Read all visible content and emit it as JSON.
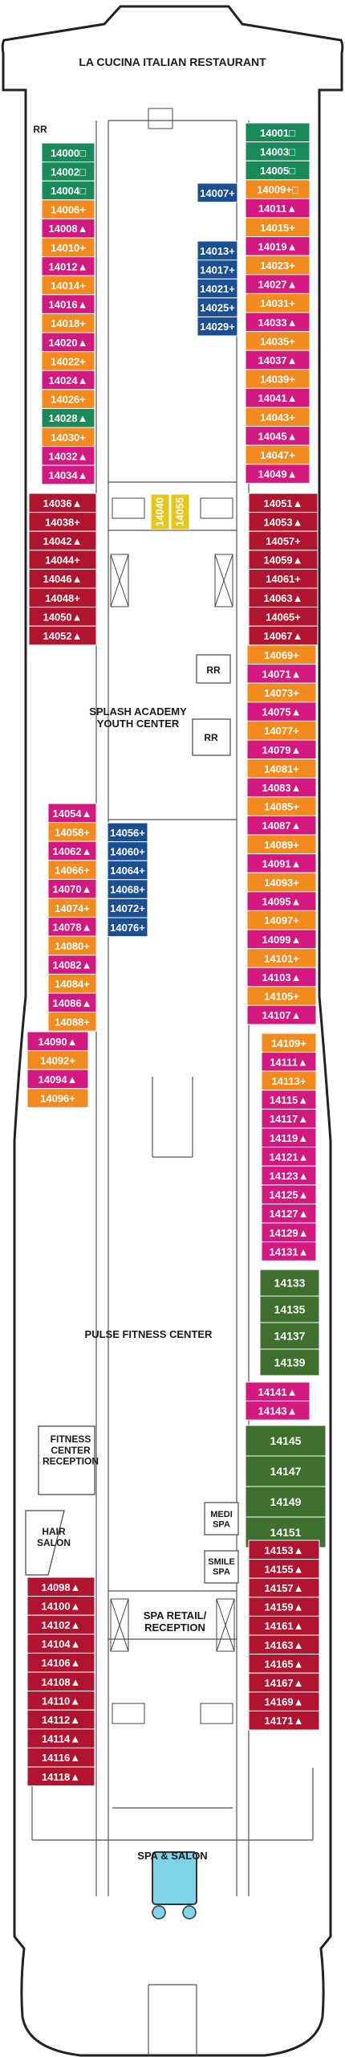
{
  "colors": {
    "green": "#1a8a5a",
    "orange": "#f28a1e",
    "magenta": "#d3187f",
    "red": "#b0142e",
    "blue": "#1b4f93",
    "suite_green": "#3f6f2f",
    "yellow": "#e6c619",
    "outline": "#222222",
    "pool": "#7fd3e6"
  },
  "labels": {
    "restaurant": "LA CUCINA ITALIAN RESTAURANT",
    "rr": "RR",
    "splash": "SPLASH ACADEMY\nYOUTH CENTER",
    "pulse": "PULSE FITNESS CENTER",
    "fitness_reception": "FITNESS\nCENTER\nRECEPTION",
    "hair_salon": "HAIR\nSALON",
    "medi_spa": "MEDI\nSPA",
    "smile_spa": "SMILE\nSPA",
    "spa_retail": "SPA RETAIL/\nRECEPTION",
    "spa_salon": "SPA & SALON"
  },
  "cabins": [
    {
      "id": "14000□",
      "c": "green"
    },
    {
      "id": "14002□",
      "c": "green"
    },
    {
      "id": "14004□",
      "c": "green"
    },
    {
      "id": "14006+",
      "c": "orange"
    },
    {
      "id": "14008▲",
      "c": "magenta"
    },
    {
      "id": "14010+",
      "c": "orange"
    },
    {
      "id": "14012▲",
      "c": "magenta"
    },
    {
      "id": "14014+",
      "c": "orange"
    },
    {
      "id": "14016▲",
      "c": "magenta"
    },
    {
      "id": "14018+",
      "c": "orange"
    },
    {
      "id": "14020▲",
      "c": "magenta"
    },
    {
      "id": "14022+",
      "c": "orange"
    },
    {
      "id": "14024▲",
      "c": "magenta"
    },
    {
      "id": "14026+",
      "c": "orange"
    },
    {
      "id": "14028▲",
      "c": "green"
    },
    {
      "id": "14030+",
      "c": "orange"
    },
    {
      "id": "14032▲",
      "c": "magenta"
    },
    {
      "id": "14034▲",
      "c": "magenta"
    },
    {
      "id": "14036▲",
      "c": "red"
    },
    {
      "id": "14038+",
      "c": "red"
    },
    {
      "id": "14042▲",
      "c": "red"
    },
    {
      "id": "14044+",
      "c": "red"
    },
    {
      "id": "14046▲",
      "c": "red"
    },
    {
      "id": "14048+",
      "c": "red"
    },
    {
      "id": "14050▲",
      "c": "red"
    },
    {
      "id": "14052▲",
      "c": "red"
    },
    {
      "id": "14054▲",
      "c": "magenta"
    },
    {
      "id": "14058+",
      "c": "orange"
    },
    {
      "id": "14062▲",
      "c": "magenta"
    },
    {
      "id": "14066+",
      "c": "orange"
    },
    {
      "id": "14070▲",
      "c": "magenta"
    },
    {
      "id": "14074+",
      "c": "orange"
    },
    {
      "id": "14078▲",
      "c": "magenta"
    },
    {
      "id": "14080+",
      "c": "orange"
    },
    {
      "id": "14082▲",
      "c": "magenta"
    },
    {
      "id": "14084+",
      "c": "orange"
    },
    {
      "id": "14086▲",
      "c": "magenta"
    },
    {
      "id": "14088+",
      "c": "orange"
    },
    {
      "id": "14090▲",
      "c": "magenta"
    },
    {
      "id": "14092+",
      "c": "orange"
    },
    {
      "id": "14094▲",
      "c": "magenta"
    },
    {
      "id": "14096+",
      "c": "orange"
    },
    {
      "id": "14098▲",
      "c": "red"
    },
    {
      "id": "14100▲",
      "c": "red"
    },
    {
      "id": "14102▲",
      "c": "red"
    },
    {
      "id": "14104▲",
      "c": "red"
    },
    {
      "id": "14106▲",
      "c": "red"
    },
    {
      "id": "14108▲",
      "c": "red"
    },
    {
      "id": "14110▲",
      "c": "red"
    },
    {
      "id": "14112▲",
      "c": "red"
    },
    {
      "id": "14114▲",
      "c": "red"
    },
    {
      "id": "14116▲",
      "c": "red"
    },
    {
      "id": "14118▲",
      "c": "red"
    },
    {
      "id": "14001□",
      "c": "green"
    },
    {
      "id": "14003□",
      "c": "green"
    },
    {
      "id": "14005□",
      "c": "green"
    },
    {
      "id": "14009+□",
      "c": "orange"
    },
    {
      "id": "14011▲",
      "c": "magenta"
    },
    {
      "id": "14015+",
      "c": "orange"
    },
    {
      "id": "14019▲",
      "c": "magenta"
    },
    {
      "id": "14023+",
      "c": "orange"
    },
    {
      "id": "14027▲",
      "c": "magenta"
    },
    {
      "id": "14031+",
      "c": "orange"
    },
    {
      "id": "14033▲",
      "c": "magenta"
    },
    {
      "id": "14035+",
      "c": "orange"
    },
    {
      "id": "14037▲",
      "c": "magenta"
    },
    {
      "id": "14039+",
      "c": "orange"
    },
    {
      "id": "14041▲",
      "c": "magenta"
    },
    {
      "id": "14043+",
      "c": "orange"
    },
    {
      "id": "14045▲",
      "c": "magenta"
    },
    {
      "id": "14047+",
      "c": "orange"
    },
    {
      "id": "14049▲",
      "c": "magenta"
    },
    {
      "id": "14051▲",
      "c": "red"
    },
    {
      "id": "14053▲",
      "c": "red"
    },
    {
      "id": "14057+",
      "c": "red"
    },
    {
      "id": "14059▲",
      "c": "red"
    },
    {
      "id": "14061+",
      "c": "red"
    },
    {
      "id": "14063▲",
      "c": "red"
    },
    {
      "id": "14065+",
      "c": "red"
    },
    {
      "id": "14067▲",
      "c": "red"
    },
    {
      "id": "14069+",
      "c": "orange"
    },
    {
      "id": "14071▲",
      "c": "magenta"
    },
    {
      "id": "14073+",
      "c": "orange"
    },
    {
      "id": "14075▲",
      "c": "magenta"
    },
    {
      "id": "14077+",
      "c": "orange"
    },
    {
      "id": "14079▲",
      "c": "magenta"
    },
    {
      "id": "14081+",
      "c": "orange"
    },
    {
      "id": "14083▲",
      "c": "magenta"
    },
    {
      "id": "14085+",
      "c": "orange"
    },
    {
      "id": "14087▲",
      "c": "magenta"
    },
    {
      "id": "14089+",
      "c": "orange"
    },
    {
      "id": "14091▲",
      "c": "magenta"
    },
    {
      "id": "14093+",
      "c": "orange"
    },
    {
      "id": "14095▲",
      "c": "magenta"
    },
    {
      "id": "14097+",
      "c": "orange"
    },
    {
      "id": "14099▲",
      "c": "magenta"
    },
    {
      "id": "14101+",
      "c": "orange"
    },
    {
      "id": "14103▲",
      "c": "magenta"
    },
    {
      "id": "14105+",
      "c": "orange"
    },
    {
      "id": "14107▲",
      "c": "magenta"
    },
    {
      "id": "14109+",
      "c": "orange"
    },
    {
      "id": "14111▲",
      "c": "magenta"
    },
    {
      "id": "14113+",
      "c": "orange"
    },
    {
      "id": "14115▲",
      "c": "magenta"
    },
    {
      "id": "14117▲",
      "c": "magenta"
    },
    {
      "id": "14119▲",
      "c": "magenta"
    },
    {
      "id": "14121▲",
      "c": "magenta"
    },
    {
      "id": "14123▲",
      "c": "magenta"
    },
    {
      "id": "14125▲",
      "c": "magenta"
    },
    {
      "id": "14127▲",
      "c": "magenta"
    },
    {
      "id": "14129▲",
      "c": "magenta"
    },
    {
      "id": "14131▲",
      "c": "magenta"
    },
    {
      "id": "14133",
      "c": "suite_green"
    },
    {
      "id": "14135",
      "c": "suite_green"
    },
    {
      "id": "14137",
      "c": "suite_green"
    },
    {
      "id": "14139",
      "c": "suite_green"
    },
    {
      "id": "14141▲",
      "c": "magenta"
    },
    {
      "id": "14143▲",
      "c": "magenta"
    },
    {
      "id": "14145",
      "c": "suite_green"
    },
    {
      "id": "14147",
      "c": "suite_green"
    },
    {
      "id": "14149",
      "c": "suite_green"
    },
    {
      "id": "14151",
      "c": "suite_green"
    },
    {
      "id": "14153▲",
      "c": "red"
    },
    {
      "id": "14155▲",
      "c": "red"
    },
    {
      "id": "14157▲",
      "c": "red"
    },
    {
      "id": "14159▲",
      "c": "red"
    },
    {
      "id": "14161▲",
      "c": "red"
    },
    {
      "id": "14163▲",
      "c": "red"
    },
    {
      "id": "14165▲",
      "c": "red"
    },
    {
      "id": "14167▲",
      "c": "red"
    },
    {
      "id": "14169▲",
      "c": "red"
    },
    {
      "id": "14171▲",
      "c": "red"
    },
    {
      "id": "14007+",
      "c": "blue"
    },
    {
      "id": "14013+",
      "c": "blue"
    },
    {
      "id": "14017+",
      "c": "blue"
    },
    {
      "id": "14021+",
      "c": "blue"
    },
    {
      "id": "14025+",
      "c": "blue"
    },
    {
      "id": "14029+",
      "c": "blue"
    },
    {
      "id": "14056+",
      "c": "blue"
    },
    {
      "id": "14060+",
      "c": "blue"
    },
    {
      "id": "14064+",
      "c": "blue"
    },
    {
      "id": "14068+",
      "c": "blue"
    },
    {
      "id": "14072+",
      "c": "blue"
    },
    {
      "id": "14076+",
      "c": "blue"
    },
    {
      "id": "14040",
      "c": "yellow"
    },
    {
      "id": "14055",
      "c": "yellow"
    }
  ]
}
